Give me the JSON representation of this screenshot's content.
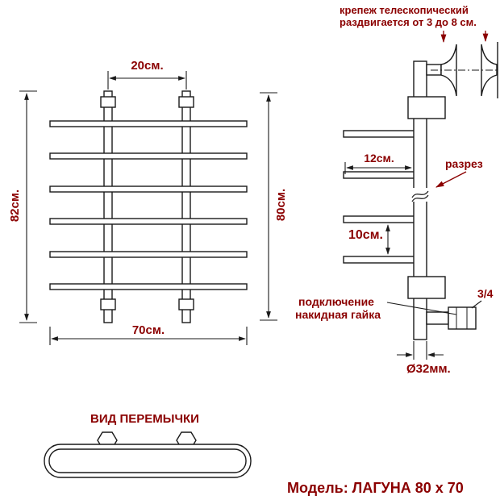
{
  "colors": {
    "accent": "#8b0000",
    "line": "#1a1a1a"
  },
  "front_view": {
    "dim_top": "20см.",
    "dim_left": "82см.",
    "dim_right": "80см.",
    "dim_bottom": "70см."
  },
  "side_view": {
    "fastener_line1": "крепеж телескопический",
    "fastener_line2": "раздвигается от 3 до 8 см.",
    "dim_depth": "12см.",
    "cut_label": "разрез",
    "dim_gap": "10см.",
    "connection_line1": "подключение",
    "connection_line2": "накидная гайка",
    "thread_size": "3/4",
    "dim_diameter": "Ø32мм."
  },
  "crossbar_view": {
    "title": "ВИД ПЕРЕМЫЧКИ"
  },
  "footer": {
    "model_label": "Модель: ЛАГУНА 80 х 70"
  }
}
